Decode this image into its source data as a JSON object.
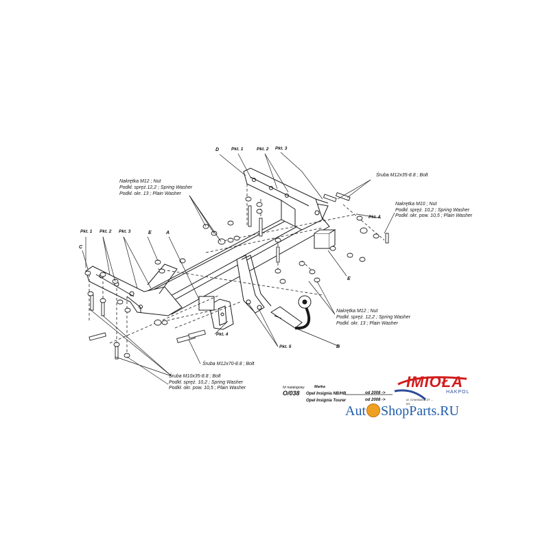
{
  "catalog_label": "Nr katalogowy",
  "catalog_code": "O/038",
  "make_label": "Marka",
  "models": [
    "Opel Insignia NB/HB",
    "Opel Insignia Tourer"
  ],
  "dates": [
    "od 2008 ->",
    "od 2008 ->"
  ],
  "brand": "IMIOŁA",
  "brand_sub": "HAKPOL",
  "address": [
    "ul. Cmentarna 27 ...",
    "tel. ..."
  ],
  "watermark_prefix": "Aut",
  "watermark_suffix": "ShopParts.RU",
  "watermark_color": "#1f5da8",
  "brand_color": "#d21c1c",
  "labels": {
    "d": "D",
    "c": "C",
    "e_top": "E",
    "a": "A",
    "e_right": "E",
    "b": "B",
    "pkt1_top": "Pkt. 1",
    "pkt2_top": "Pkt. 2",
    "pkt3_top": "Pkt. 3",
    "pkt4_right": "Pkt. 4",
    "pkt1_left": "Pkt. 1",
    "pkt2_left": "Pkt. 2",
    "pkt3_left": "Pkt. 3",
    "pkt4_bottom": "Pkt. 4",
    "pkt5": "Pkt. 5"
  },
  "specs": {
    "nut_top": [
      "Nakrętka  M12 ; Nut",
      "Podkł. spręż.12,2 ; Spring Washer",
      "Podkł. okr. 13 ; Plain Washer"
    ],
    "bolt_top": "Śruba M12x35-8.8 ;  Bolt",
    "m10_right": [
      "Nakrętka  M10 ; Nut",
      "Podkł. spręż. 10,2 ; Spring Washer",
      "Podkł. okr. pow. 10,5 ; Plain Washer"
    ],
    "nut_mid": [
      "Nakrętka  M12 ; Nut",
      "Podkł. spręż. 12,2 ; Spring Washer",
      "Podkł. okr. 13 ; Plain Washer"
    ],
    "bolt_m12x70": "Śruba M12x70-8.8 ;  Bolt",
    "m10_bottom": [
      "Śruba M10x35-8.8 ;  Bolt",
      "Podkł. spręż. 10,2 ; Spring Washer",
      "Podkł. okr. pow. 10,5 ; Plain Washer"
    ]
  }
}
